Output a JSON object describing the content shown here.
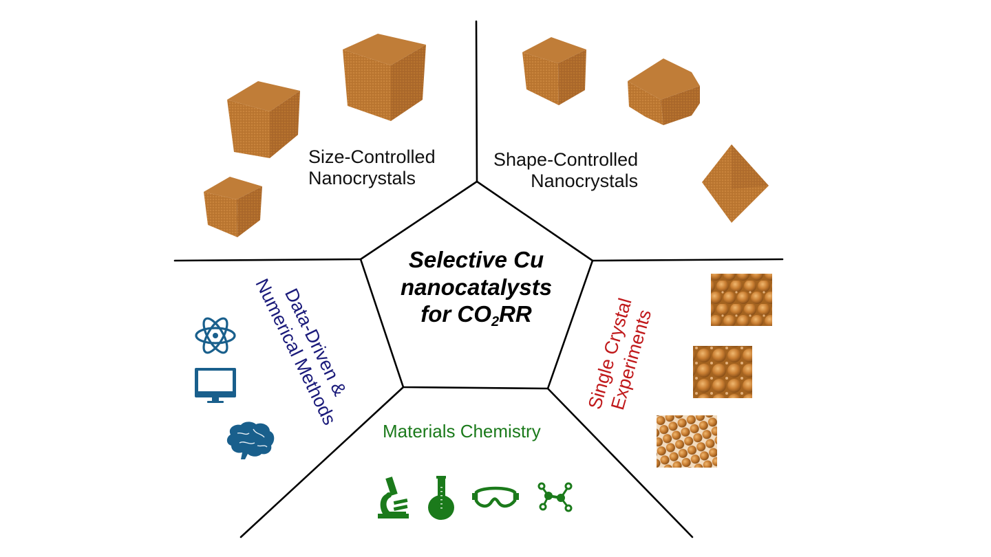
{
  "diagram": {
    "center": {
      "line1": "Selective Cu",
      "line2": "nanocatalysts",
      "line3_prefix": "for CO",
      "line3_sub": "2",
      "line3_suffix": "RR"
    },
    "sections": {
      "size_controlled": {
        "line1": "Size-Controlled",
        "line2": "Nanocrystals",
        "item_count": 3,
        "shape": "cube"
      },
      "shape_controlled": {
        "line1": "Shape-Controlled",
        "line2": "Nanocrystals",
        "shapes": [
          "cube",
          "truncated-polyhedron",
          "octahedron"
        ]
      },
      "data_driven": {
        "line1": "Data-Driven &",
        "line2": "Numerical Methods",
        "icons": [
          "atom-icon",
          "monitor-icon",
          "brain-icon"
        ]
      },
      "materials_chemistry": {
        "label": "Materials Chemistry",
        "icons": [
          "microscope-icon",
          "flask-icon",
          "goggles-icon",
          "molecule-icon"
        ]
      },
      "single_crystal": {
        "line1": "Single Crystal",
        "line2": "Experiments",
        "surfaces": 3
      }
    },
    "colors": {
      "copper": "#b8742f",
      "copper_dark": "#9a5c20",
      "copper_light": "#d8954a",
      "data_driven_text": "#1a1a7a",
      "icon_blue": "#195f8c",
      "materials_green": "#1b7a1b",
      "single_crystal_red": "#c0191b",
      "line": "#000000"
    }
  }
}
